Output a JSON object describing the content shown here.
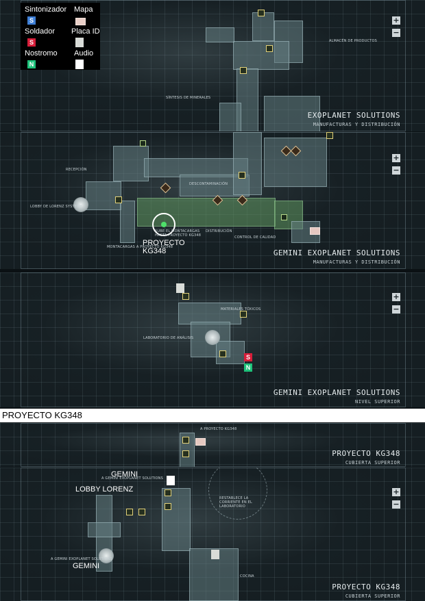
{
  "legend": {
    "items": [
      {
        "label": "Sintonizador",
        "badge": "S",
        "color": "#3f7fd6"
      },
      {
        "label": "Mapa"
      },
      {
        "label": "Soldador",
        "badge": "S",
        "color": "#d81e3a"
      },
      {
        "label": "Placa ID"
      },
      {
        "label": "Nostromo",
        "badge": "N",
        "color": "#1ec27a"
      },
      {
        "label": "Audio"
      }
    ]
  },
  "panel1": {
    "title": "EXOPLANET SOLUTIONS",
    "subtitle": "MANUFACTURAS Y DISTRIBUCIÓN",
    "labels": {
      "almacen": "ALMACÉN DE PRODUCTOS",
      "sintesis": "SÍNTESIS DE MINERALES"
    }
  },
  "panel2": {
    "title": "GEMINI EXOPLANET SOLUTIONS",
    "subtitle": "MANUFACTURAS Y DISTRIBUCIÓN",
    "labels": {
      "recepcion": "RECEPCIÓN",
      "lobby": "LOBBY DE LORENZ SYSTECH",
      "descontaminacion": "DESCONTAMINACIÓN",
      "distribucion": "DISTRIBUCIÓN",
      "control": "CONTROL DE CALIDAD",
      "montacargas": "MONTACARGAS A PROYECTO KG348",
      "sube": "SUBE EL MONTACARGAS HASTA PROYECTO KG348"
    },
    "big_label": [
      "PROYECTO",
      "KG348"
    ]
  },
  "panel3": {
    "title": "GEMINI EXOPLANET SOLUTIONS",
    "subtitle": "NIVEL SUPERIOR",
    "labels": {
      "materiales": "MATERIALES TÓXICOS",
      "laboratorio": "LABORATORIO DE ANÁLISIS"
    },
    "badges": {
      "soldador": "S",
      "nostromo": "N"
    }
  },
  "section_title": "PROYECTO KG348",
  "panel4": {
    "title": "PROYECTO KG348",
    "subtitle": "CUBIERTA SUPERIOR",
    "labels": {
      "a_proyecto": "A PROYECTO KG348",
      "a_gemini": "A GEMINI EXOPLANET SOLUTIONS"
    },
    "big_label": "GEMINI"
  },
  "panel5": {
    "title": "PROYECTO KG348",
    "subtitle": "CUBIERTA SUPERIOR",
    "labels": {
      "restablece": "RESTABLECE LA CORRIENTE EN EL LABORATORIO",
      "a_gemini": "A GEMINI EXOPLANET SOLUTIONS",
      "cocina": "COCINA"
    },
    "big_labels": {
      "lobby": "LOBBY LORENZ",
      "gemini": "GEMINI"
    }
  },
  "zoom": {
    "plus": "+",
    "minus": "−"
  }
}
